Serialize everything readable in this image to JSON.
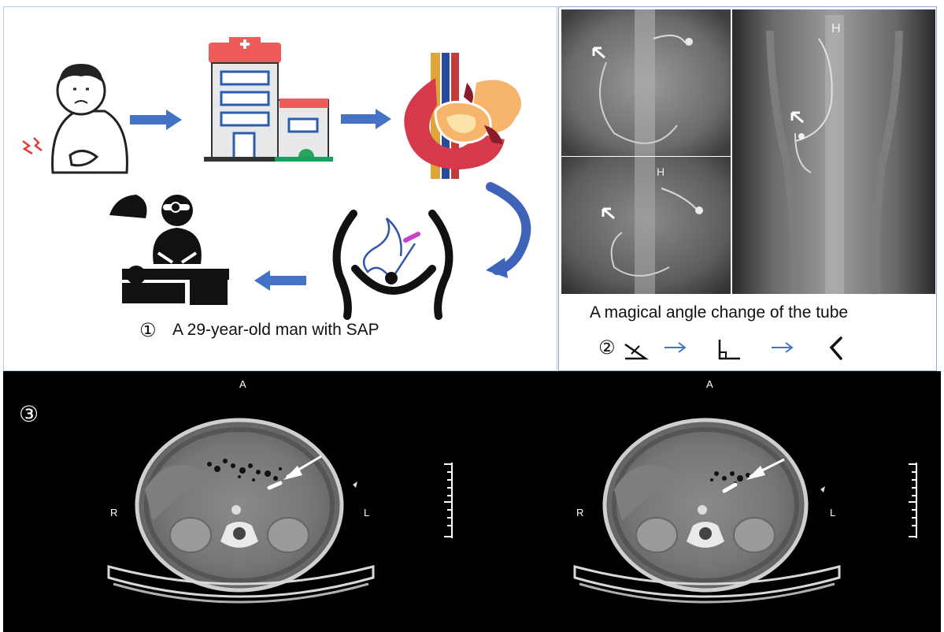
{
  "panel1": {
    "caption_marker": "①",
    "caption": "A 29-year-old man with SAP"
  },
  "panel2": {
    "caption": "A magical angle change of the tube",
    "angle_marker": "②",
    "xray_label_top": "H",
    "xray_label_bottom": "H"
  },
  "panel3": {
    "marker": "③",
    "ct_left": {
      "anterior": "A",
      "right": "R",
      "left": "L"
    },
    "ct_right": {
      "anterior": "A",
      "right": "R",
      "left": "L"
    }
  },
  "colors": {
    "arrow_blue": "#4472c4",
    "hospital_red": "#ef5b5b",
    "pancreas_orange": "#f6b56b",
    "gut_red": "#c52a3a",
    "panel_border": "#8fa9d8"
  }
}
